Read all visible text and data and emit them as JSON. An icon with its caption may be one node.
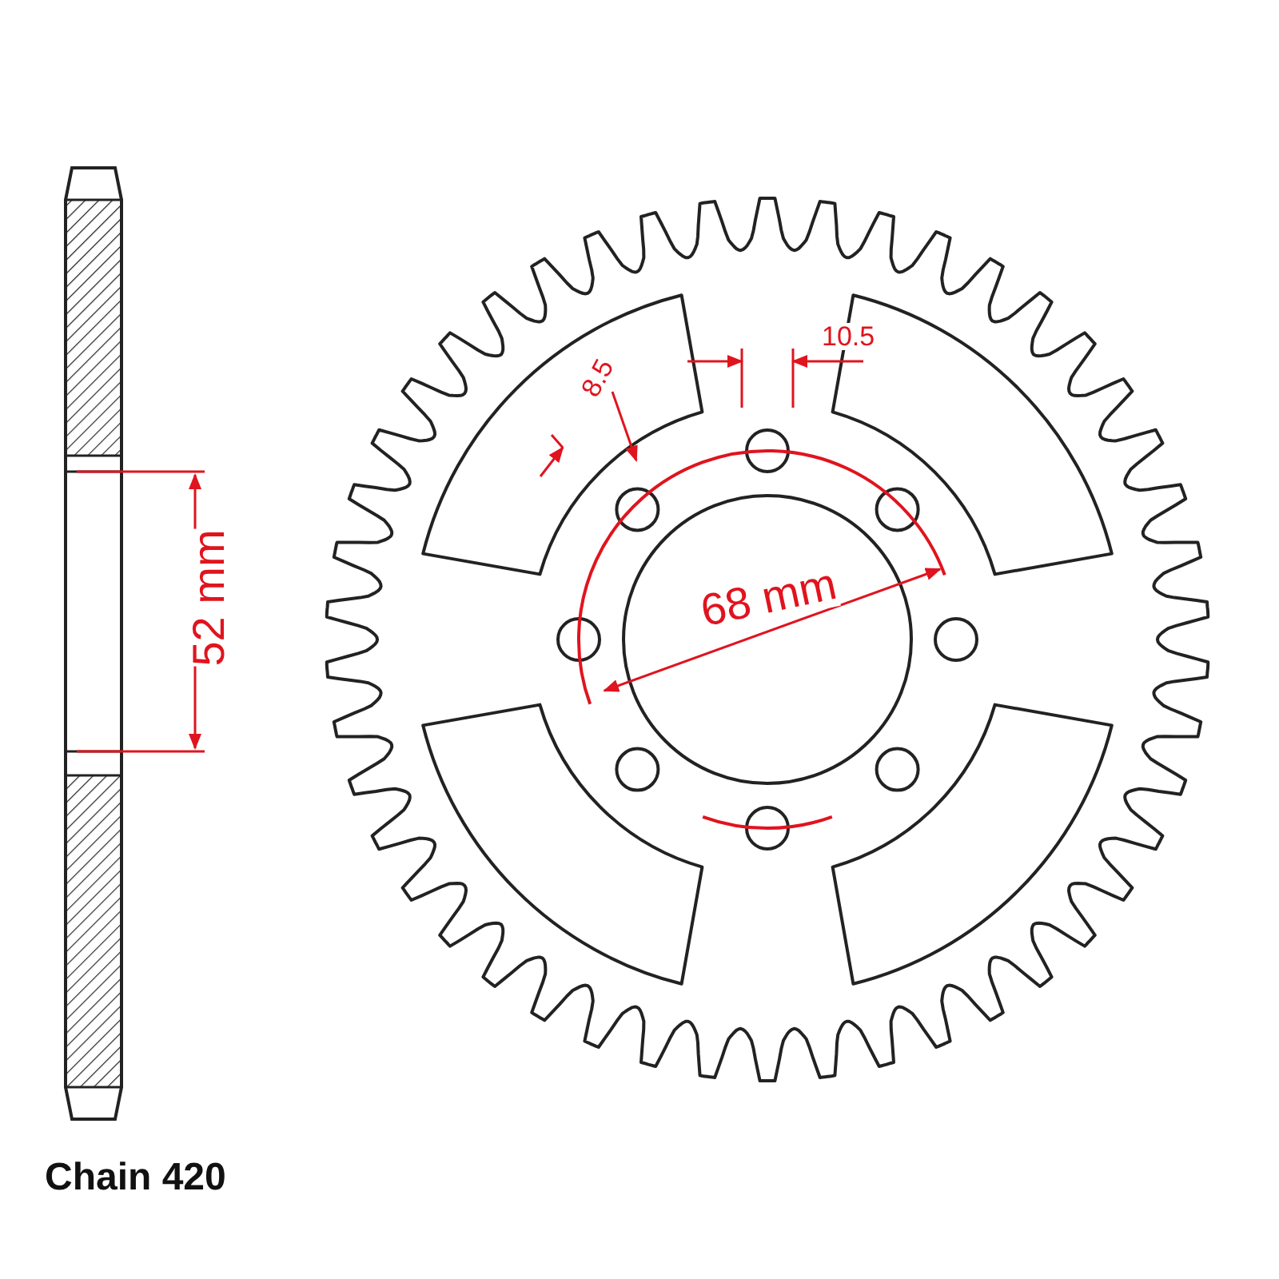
{
  "diagram": {
    "labels": [
      "8.5",
      "10.5",
      "52 mm",
      "68 mm",
      "Chain 420"
    ]
  }
}
